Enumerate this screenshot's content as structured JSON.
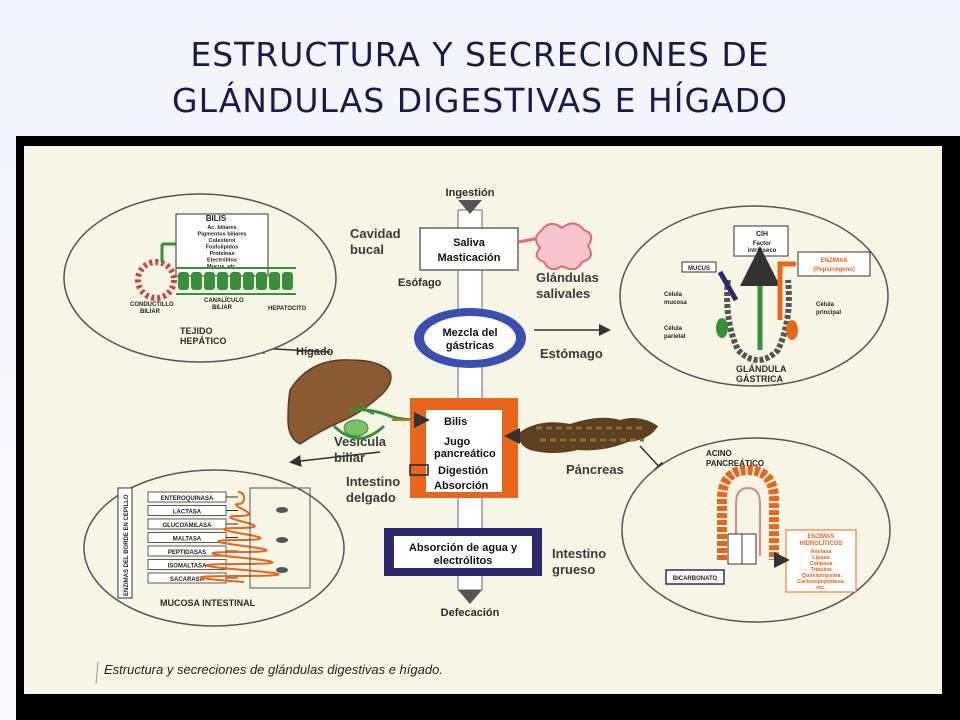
{
  "title": {
    "line1": "ESTRUCTURA Y SECRECIONES DE",
    "line2": "GLÁNDULAS DIGESTIVAS E HÍGADO"
  },
  "tract": {
    "ingestion": "Ingestión",
    "saliva": "Saliva",
    "masticacion": "Masticación",
    "mezcla1": "Mezcla del",
    "mezcla2": "gástricas",
    "bilis": "Bilis",
    "jugo": "Jugo",
    "pancreatico": "pancreático",
    "digestion": "Digestión",
    "absorcion": "Absorción",
    "agua1": "Absorción de agua y",
    "agua2": "electrólitos",
    "defecacion": "Defecación"
  },
  "labels": {
    "cavidad1": "Cavidad",
    "cavidad2": "bucal",
    "esofago": "Esófago",
    "glandulas1": "Glándulas",
    "glandulas2": "salivales",
    "estomago": "Estómago",
    "higado": "Hígado",
    "vesicula1": "Vesícula",
    "vesicula2": "biliar",
    "intestino1": "Intestino",
    "intestino2": "delgado",
    "pancreas": "Páncreas",
    "grueso1": "Intestino",
    "grueso2": "grueso"
  },
  "hepatic": {
    "bilis_title": "BILIS",
    "bilis_items": [
      "Ac. biliares",
      "Pigmentos biliares",
      "Colesterol",
      "Fosfolípidos",
      "Proteínas",
      "Electrólitos",
      "Mucus, etc."
    ],
    "conductillo1": "CONDUCTILLO",
    "conductillo2": "BILIAR",
    "canaliculo1": "CANALÍCULO",
    "canaliculo2": "BILIAR",
    "hepatocito": "HEPATOCITO",
    "tejido1": "TEJIDO",
    "tejido2": "HEPÁTICO"
  },
  "gastric": {
    "cih": "ClH",
    "factor1": "Factor",
    "factor2": "intrínseco",
    "mucus": "MUCUS",
    "enzimas1": "ENZIMAS",
    "enzimas2": "(Pepsinógeno)",
    "mucosa1": "Célula",
    "mucosa2": "mucosa",
    "principal1": "Célula",
    "principal2": "principal",
    "parietal1": "Célula",
    "parietal2": "parietal",
    "glandula1": "GLÁNDULA",
    "glandula2": "GÁSTRICA"
  },
  "intestinal": {
    "enzymes": [
      "ENTEROQUINASA",
      "LACTASA",
      "GLUCOAMILASA",
      "MALTASA",
      "PEPTIDASAS",
      "ISOMALTASA",
      "SACARASA"
    ],
    "vertical": "ENZIMAS DEL BORDE EN CEPILLO",
    "mucosa": "MUCOSA INTESTINAL"
  },
  "pancreatic": {
    "acino1": "ACINO",
    "acino2": "PANCREÁTICO",
    "enz_title1": "ENZIMAS",
    "enz_title2": "HIDROLÍTICOS",
    "enz_items": [
      "Amilasa",
      "Lipasa",
      "Colipasa",
      "Tripsina",
      "Quimiotripsina",
      "Carboxipeptidasa,",
      "etc."
    ],
    "bicarbonato": "BICARBONATO"
  },
  "caption": "Estructura y secreciones de glándulas digestivas e hígado.",
  "colors": {
    "orange": "#e8651c",
    "navy": "#2e2a6a",
    "tubeBlue": "#3a4fb0",
    "liver": "#8a5a33",
    "green": "#3a8f3a",
    "pink": "#e26a7a",
    "bg": "#f7f6e6"
  }
}
